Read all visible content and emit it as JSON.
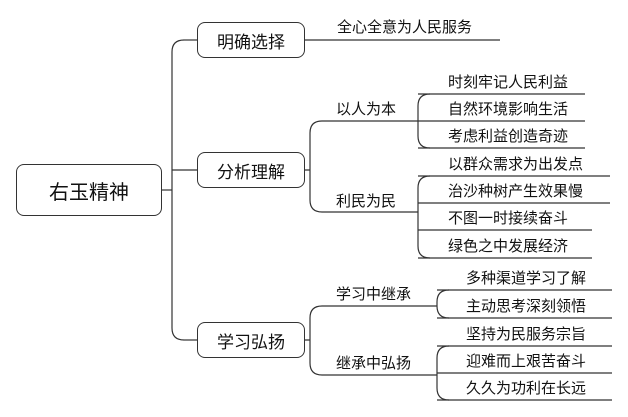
{
  "diagram": {
    "root": "右玉精神",
    "branches": [
      {
        "label": "明确选择",
        "items": [
          "全心全意为人民服务"
        ]
      },
      {
        "label": "分析理解",
        "groups": [
          {
            "label": "以人为本",
            "items": [
              "时刻牢记人民利益",
              "自然环境影响生活",
              "考虑利益创造奇迹"
            ]
          },
          {
            "label": "利民为民",
            "items": [
              "以群众需求为出发点",
              "治沙种树产生效果慢",
              "不图一时接续奋斗",
              "绿色之中发展经济"
            ]
          }
        ]
      },
      {
        "label": "学习弘扬",
        "groups": [
          {
            "label": "学习中继承",
            "items": [
              "多种渠道学习了解",
              "主动思考深刻领悟"
            ]
          },
          {
            "label": "继承中弘扬",
            "items": [
              "坚持为民服务宗旨",
              "迎难而上艰苦奋斗",
              "久久为功利在长远"
            ]
          }
        ]
      }
    ]
  }
}
